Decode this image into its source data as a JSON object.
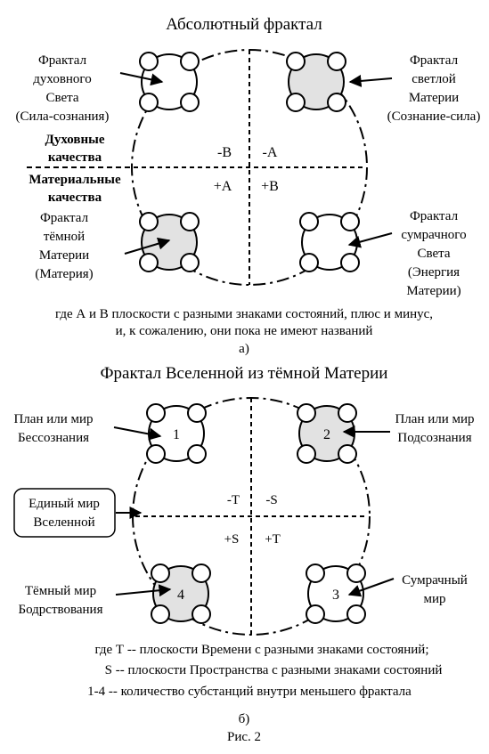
{
  "diagram_a": {
    "title": "Абсолютный фрактал",
    "tl_label": [
      "Фрактал",
      "духовного",
      "Света",
      "(Сила-сознания)"
    ],
    "tr_label": [
      "Фрактал",
      "светлой",
      "Материи",
      "(Сознание-сила)"
    ],
    "bl_label": [
      "Фрактал",
      "тёмной",
      "Материи",
      "(Материя)"
    ],
    "br_label": [
      "Фрактал",
      "сумрачного",
      "Света",
      "(Энергия",
      "Материи)"
    ],
    "upper_quality": [
      "Духовные",
      "качества"
    ],
    "lower_quality": [
      "Материальные",
      "качества"
    ],
    "q_tl": "-B",
    "q_tr": "-A",
    "q_bl": "+A",
    "q_br": "+B",
    "note": [
      "где А и В плоскости с разными знаками состояний, плюс и минус,",
      "и, к сожалению, они пока не имеют названий"
    ],
    "letter": "а)"
  },
  "diagram_b": {
    "title": "Фрактал Вселенной из тёмной Материи",
    "tl_label": [
      "План или мир",
      "Бессознания"
    ],
    "tr_label": [
      "План или мир",
      "Подсознания"
    ],
    "bl_label": [
      "Тёмный мир",
      "Бодрствования"
    ],
    "br_label": [
      "Сумрачный",
      "мир"
    ],
    "n1": "1",
    "n2": "2",
    "n3": "3",
    "n4": "4",
    "box_label": [
      "Единый мир",
      "Вселенной"
    ],
    "q_tl": "-T",
    "q_tr": "-S",
    "q_bl": "+S",
    "q_br": "+T",
    "note": [
      "где Т -- плоскости Времени с разными знаками состояний;",
      "S -- плоскости Пространства с разными знаками состояний",
      "1-4 -- количество субстанций внутри меньшего фрактала"
    ],
    "letter": "б)"
  },
  "figure_caption": "Рис. 2",
  "colors": {
    "ink": "#000000",
    "shaded": "#e2e2e2",
    "paper": "#ffffff"
  }
}
